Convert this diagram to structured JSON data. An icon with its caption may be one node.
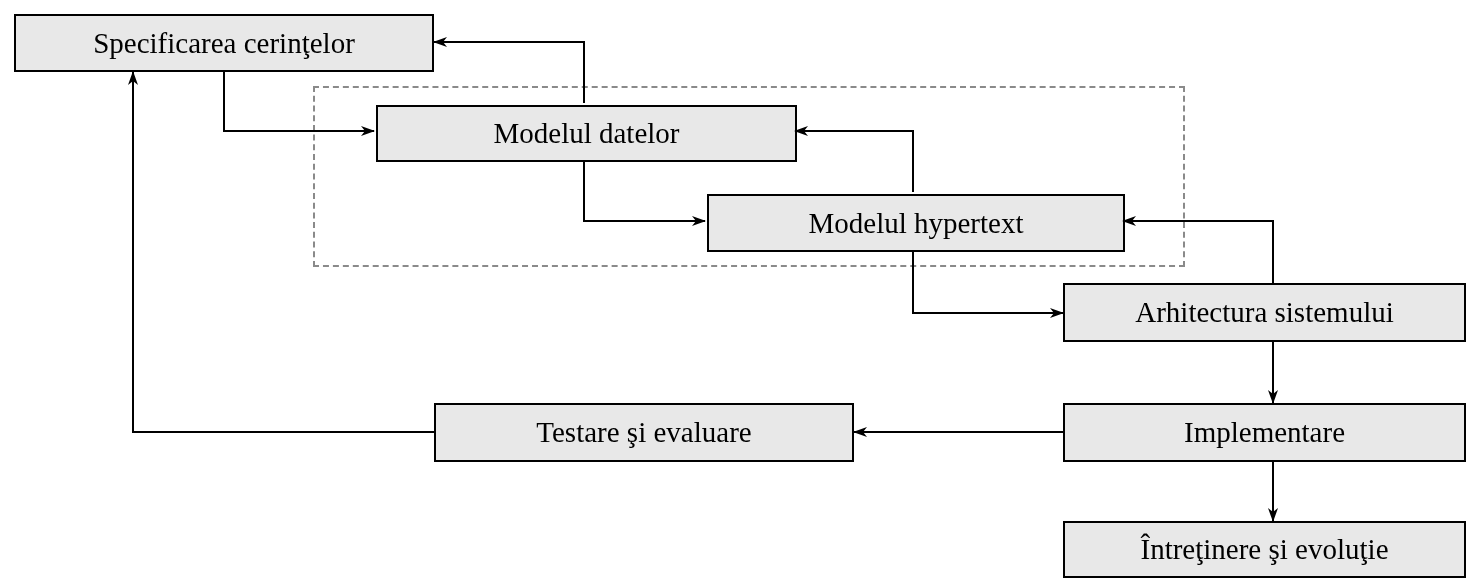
{
  "diagram": {
    "nodes": [
      {
        "text": [
          "Specificarea cerinţelor"
        ]
      },
      {
        "text": [],
        "shape": "box"
      },
      {
        "text": [
          "Modelul datelor"
        ],
        "in": 1
      },
      {
        "text": [
          "Modelul hypertext"
        ],
        "in": 1
      },
      {
        "text": [
          "Arhitectura sistemului"
        ]
      },
      {
        "text": [
          "Implementare"
        ]
      },
      {
        "text": [
          "Testare şi evaluare"
        ]
      },
      {
        "text": [
          "Întreţinere şi evoluţie"
        ]
      }
    ],
    "edges": [
      {
        "from": 0,
        "to": 2,
        "arrow": "to"
      },
      {
        "from": 2,
        "to": 0,
        "arrow": "to"
      },
      {
        "from": 2,
        "to": 3,
        "arrow": "to"
      },
      {
        "from": 3,
        "to": 2,
        "arrow": "to"
      },
      {
        "from": 3,
        "to": 4,
        "arrow": "to"
      },
      {
        "from": 4,
        "to": 3,
        "arrow": "to"
      },
      {
        "from": 4,
        "to": 5,
        "arrow": "to"
      },
      {
        "from": 5,
        "to": 6,
        "arrow": "to"
      },
      {
        "from": 6,
        "to": 0,
        "arrow": "to"
      },
      {
        "from": 5,
        "to": 7,
        "arrow": "to"
      }
    ]
  }
}
